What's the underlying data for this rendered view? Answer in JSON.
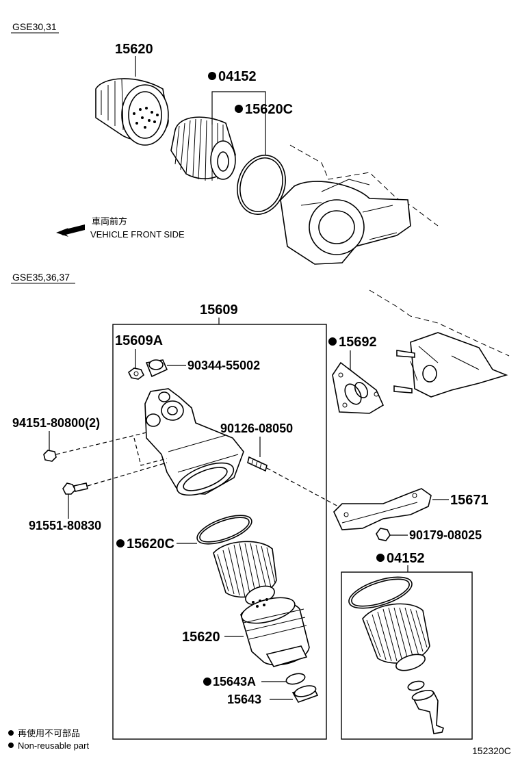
{
  "sections": {
    "upper_label": "GSE30,31",
    "lower_label": "GSE35,36,37"
  },
  "direction": {
    "jp": "車両前方",
    "en": "VEHICLE FRONT SIDE"
  },
  "upper_parts": {
    "p15620": "15620",
    "p04152": "04152",
    "p15620c": "15620C"
  },
  "lower_parts": {
    "p15609": "15609",
    "p15609a": "15609A",
    "p90344": "90344-55002",
    "p15692": "15692",
    "p94151": "94151-80800(2)",
    "p90126": "90126-08050",
    "p91551": "91551-80830",
    "p15671": "15671",
    "p90179": "90179-08025",
    "p15620c": "15620C",
    "p04152": "04152",
    "p15620": "15620",
    "p15643a": "15643A",
    "p15643": "15643"
  },
  "legend": {
    "jp": "再使用不可部品",
    "en": "Non-reusable part"
  },
  "figure_id": "152320C"
}
